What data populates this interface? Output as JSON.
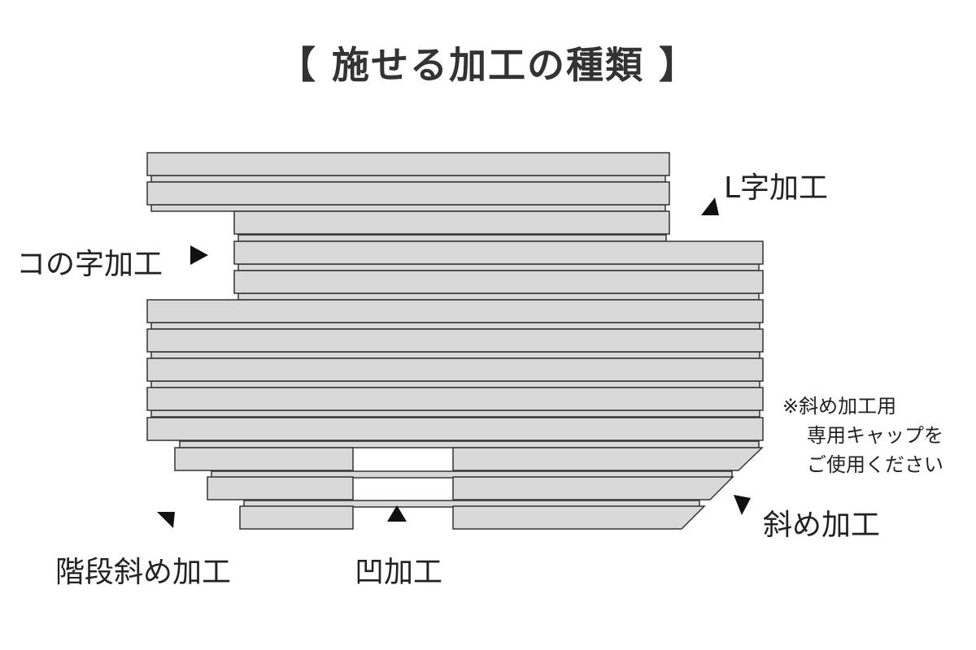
{
  "title": "【 施せる加工の種類 】",
  "labels": {
    "l_shape": "L字加工",
    "ko_shape": "コの字加工",
    "diagonal": "斜め加工",
    "stepped_diagonal": "階段斜め加工",
    "notch": "凹加工"
  },
  "note": {
    "line1": "※斜め加工用",
    "line2": "専用キャップを",
    "line3": "ご使用ください"
  },
  "colors": {
    "board_fill": "#d9d9d9",
    "board_stroke": "#333333",
    "text": "#222222"
  }
}
